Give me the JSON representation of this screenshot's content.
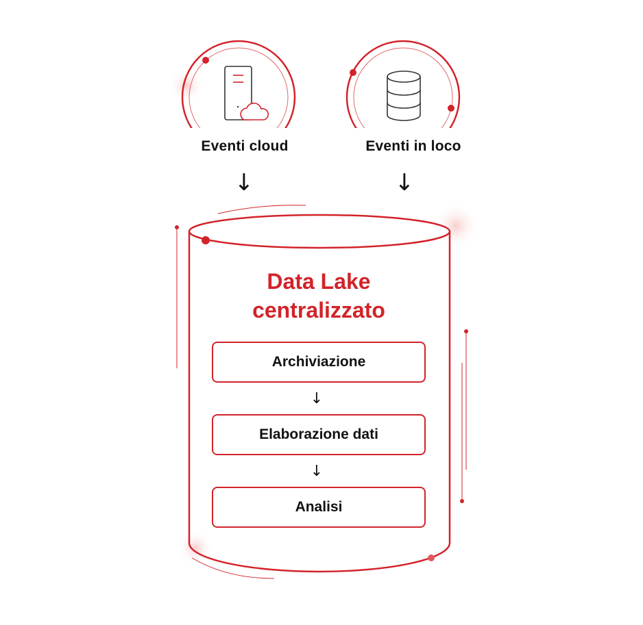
{
  "sources": [
    {
      "label": "Eventi cloud",
      "icon": "server-cloud-icon"
    },
    {
      "label": "Eventi in loco",
      "icon": "database-icon"
    }
  ],
  "lake": {
    "title_line1": "Data Lake",
    "title_line2": "centralizzato"
  },
  "steps": [
    {
      "label": "Archiviazione"
    },
    {
      "label": "Elaborazione dati"
    },
    {
      "label": "Analisi"
    }
  ],
  "arrow_glyph": "↓",
  "colors": {
    "accent": "#d2232a",
    "text": "#111111",
    "icon_gray": "#333333"
  }
}
